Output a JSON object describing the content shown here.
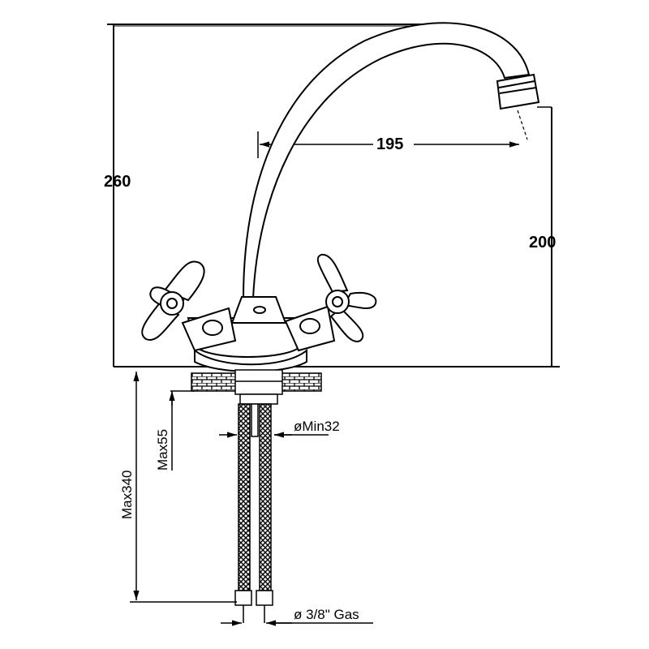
{
  "dimensions": {
    "height_total": "260",
    "spout_reach": "195",
    "spout_height": "200",
    "max_deck_thickness": "Max55",
    "min_hole_diameter": "øMin32",
    "max_hose_length": "Max340",
    "connection_thread": "ø 3/8\" Gas"
  },
  "colors": {
    "line": "#000000",
    "background": "#ffffff"
  }
}
